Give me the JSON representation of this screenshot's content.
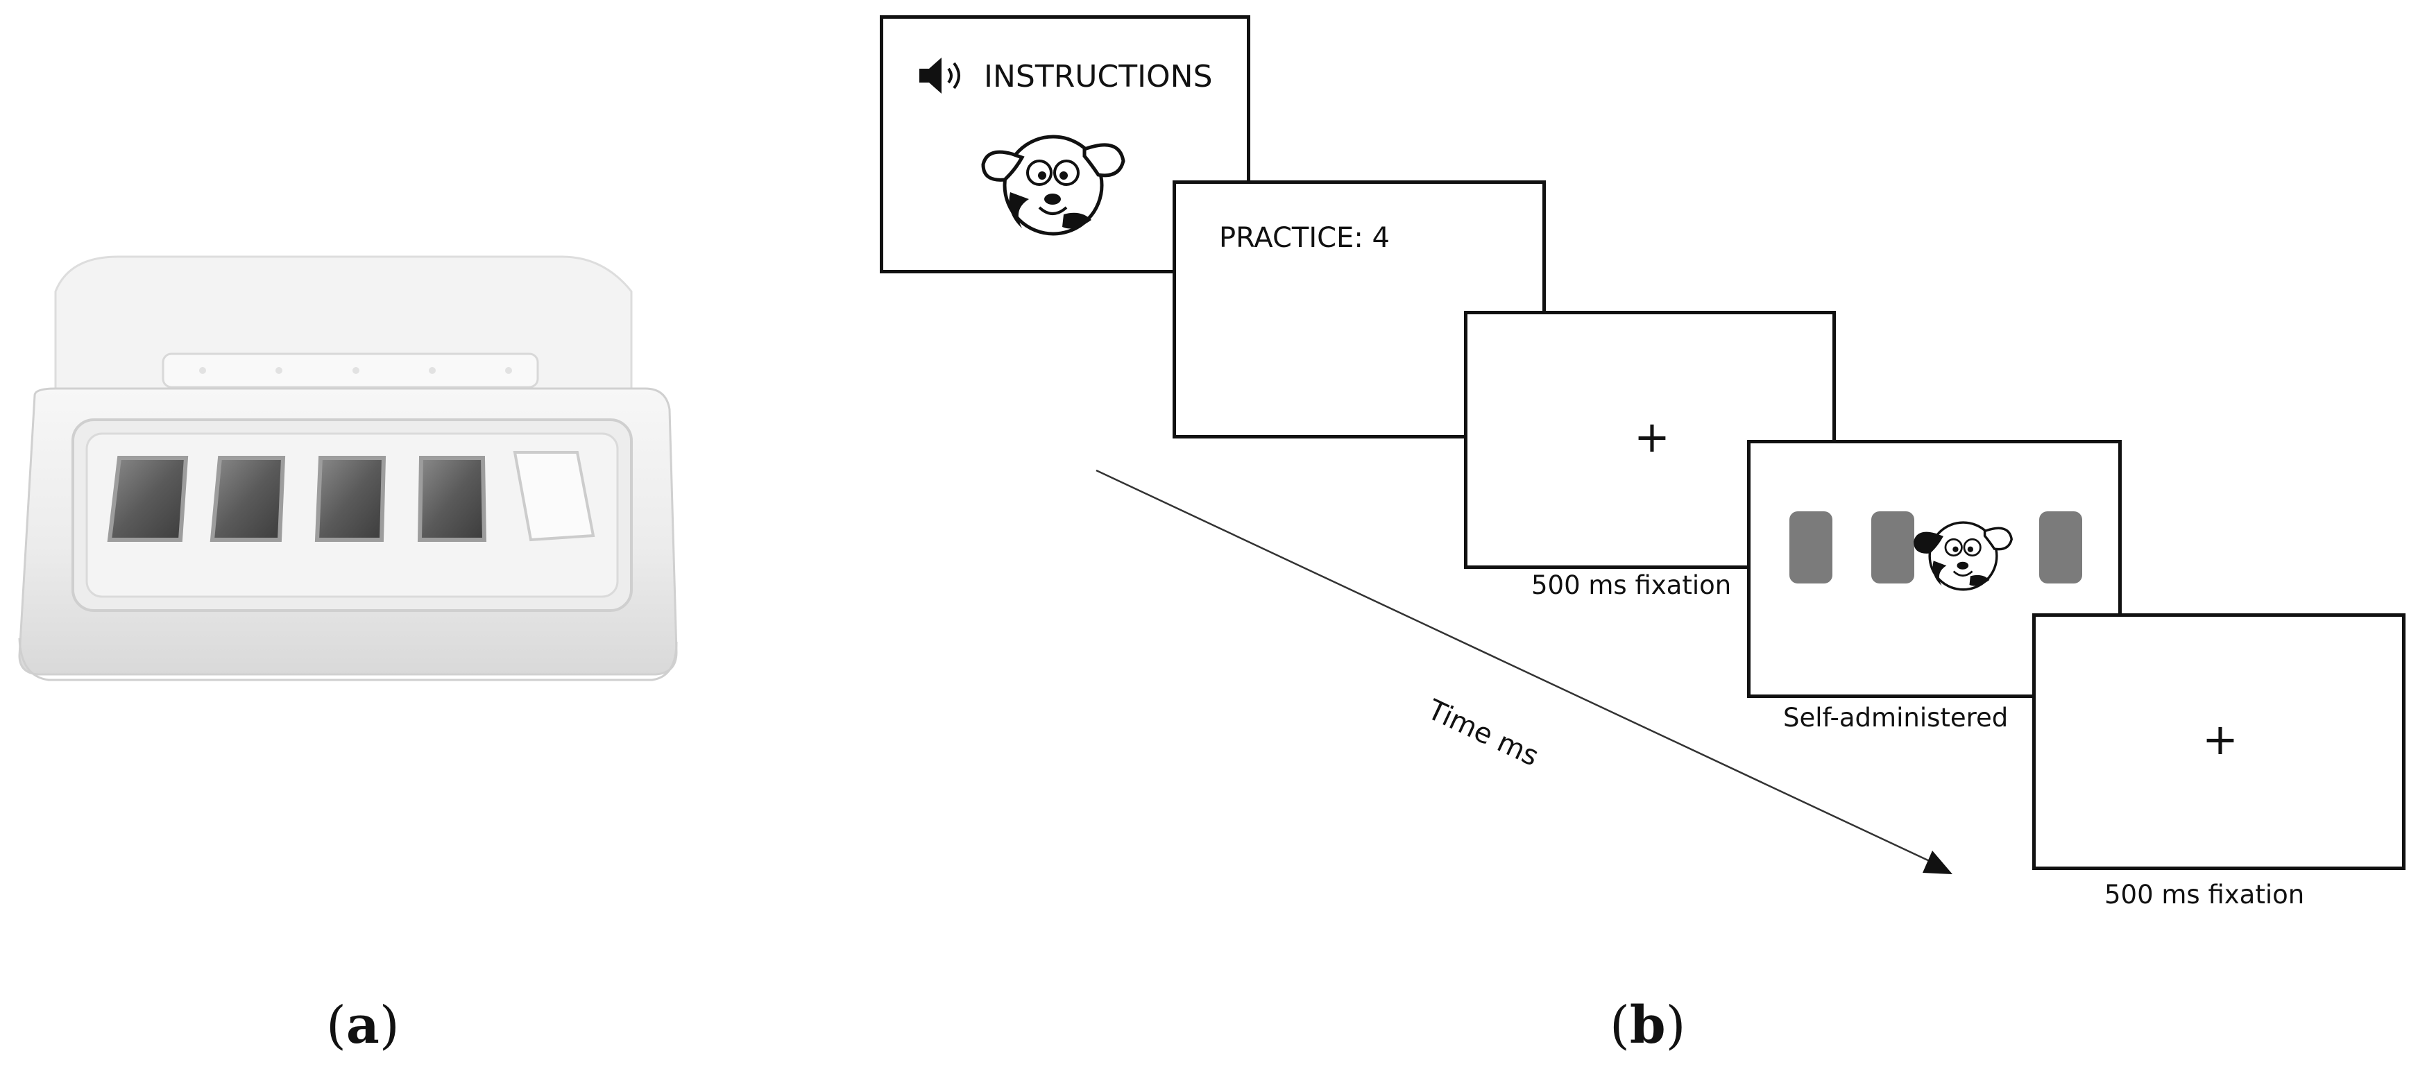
{
  "panels": {
    "a": {
      "open": "(",
      "letter": "a",
      "close": ")"
    },
    "b": {
      "open": "(",
      "letter": "b",
      "close": ")"
    }
  },
  "device": {
    "buttons": 5,
    "dark_buttons": 4,
    "indicator_lights": 5
  },
  "screens": {
    "instructions": {
      "text": "INSTRUCTIONS",
      "icons": [
        "speaker-icon",
        "dog-icon"
      ]
    },
    "practice": {
      "text": "PRACTICE: 4"
    },
    "fixation1": {
      "symbol": "+",
      "caption": "500 ms fixation"
    },
    "stimulus": {
      "caption": "Self-administered",
      "locations": [
        "rect",
        "rect",
        "dog",
        "rect"
      ]
    },
    "fixation2": {
      "symbol": "+",
      "caption": "500 ms fixation"
    }
  },
  "timeline": {
    "label": "Time ms"
  },
  "colors": {
    "stroke": "#111111",
    "placeholder": "#7b7b7b"
  }
}
